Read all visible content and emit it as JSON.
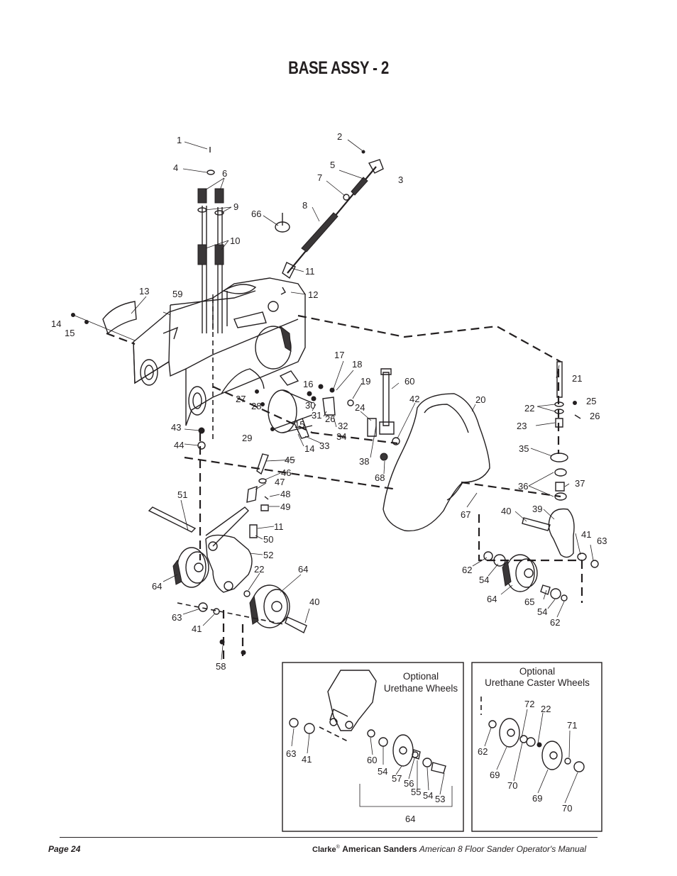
{
  "title": "BASE ASSY - 2",
  "footer": {
    "page": "Page  24",
    "brand1": "Clarke",
    "reg": "®",
    "brand2": "American Sanders",
    "manual": "American  8  Floor Sander  Operator's  Manual"
  },
  "box1": {
    "title_line1": "Optional",
    "title_line2": "Urethane Wheels"
  },
  "box2": {
    "title_line1": "Optional",
    "title_line2": "Urethane Caster Wheels"
  },
  "callouts": [
    "1",
    "2",
    "3",
    "4",
    "5",
    "6",
    "7",
    "8",
    "9",
    "10",
    "66",
    "11",
    "12",
    "13",
    "59",
    "14",
    "15",
    "17",
    "18",
    "19",
    "60",
    "16",
    "27",
    "28",
    "30",
    "31",
    "26",
    "32",
    "24",
    "42",
    "20",
    "21",
    "25",
    "22",
    "26",
    "23",
    "29",
    "15",
    "34",
    "33",
    "14",
    "43",
    "44",
    "35",
    "45",
    "46",
    "47",
    "48",
    "49",
    "38",
    "68",
    "36",
    "37",
    "51",
    "67",
    "40",
    "39",
    "11",
    "50",
    "41",
    "63",
    "52",
    "22",
    "64",
    "62",
    "54",
    "64",
    "65",
    "54",
    "62",
    "64",
    "63",
    "41",
    "40",
    "58",
    "63",
    "41",
    "60",
    "54",
    "57",
    "56",
    "55",
    "54",
    "53",
    "64",
    "72",
    "22",
    "71",
    "62",
    "69",
    "70",
    "69",
    "70"
  ]
}
